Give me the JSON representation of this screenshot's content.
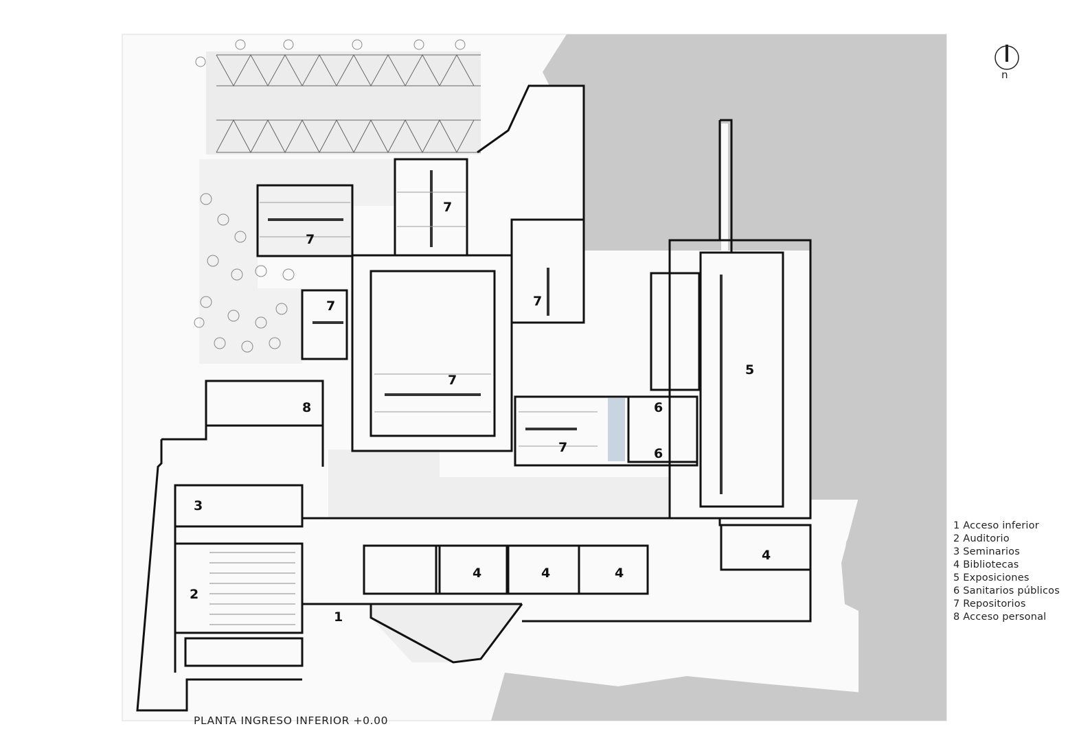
{
  "title": "PLANTA INGRESO INFERIOR +0.00",
  "north_label": "n",
  "legend": [
    "1 Acceso inferior",
    "2 Auditorio",
    "3 Seminarios",
    "4 Bibliotecas",
    "5 Exposiciones",
    "6 Sanitarios públicos",
    "7 Repositorios",
    "8 Acceso personal"
  ],
  "room_labels": {
    "r1": "1",
    "r2": "2",
    "r3": "3",
    "r4a": "4",
    "r4b": "4",
    "r4c": "4",
    "r4d": "4",
    "r5": "5",
    "r6a": "6",
    "r6b": "6",
    "r7a": "7",
    "r7b": "7",
    "r7c": "7",
    "r7d": "7",
    "r7e": "7",
    "r7f": "7",
    "r8": "8"
  },
  "colors": {
    "wall": "#111111",
    "dark_area": "#c9c9c9",
    "paving": "#ebebeb",
    "garden": "#f4f4f4"
  }
}
